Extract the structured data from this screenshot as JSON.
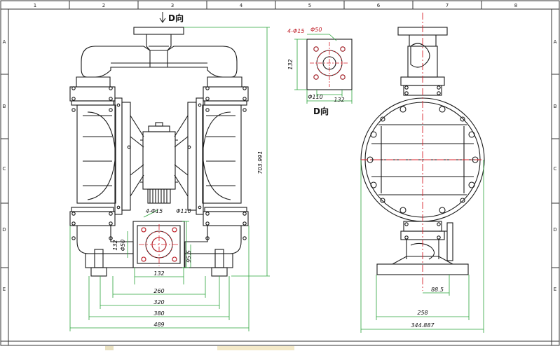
{
  "grid": {
    "columns": [
      "1",
      "2",
      "3",
      "4",
      "5",
      "6",
      "7",
      "8"
    ],
    "rows": [
      "A",
      "B",
      "C",
      "D",
      "E"
    ]
  },
  "views": {
    "top_label": "D向",
    "flange_label": "D向"
  },
  "dimensions": {
    "height": "703.991",
    "flange_holes": "4-Φ15",
    "flange_bore": "Φ50",
    "flange_pcd": "Φ110",
    "flange_side": "132",
    "flange_bottom": "132",
    "bottom_holes": "4-Φ15",
    "bottom_pcd": "Φ110",
    "bottom_side": "132",
    "bottom_bore": "Φ50",
    "inlet_height": "95.5",
    "width_132": "132",
    "width_260": "260",
    "width_320": "320",
    "width_380": "380",
    "width_489": "489",
    "side_885": "88.5",
    "side_258": "258",
    "side_total": "344.887"
  },
  "colors": {
    "line": "#1a1a1a",
    "dim_green": "#2aa43a",
    "center_red": "#d8202a"
  }
}
